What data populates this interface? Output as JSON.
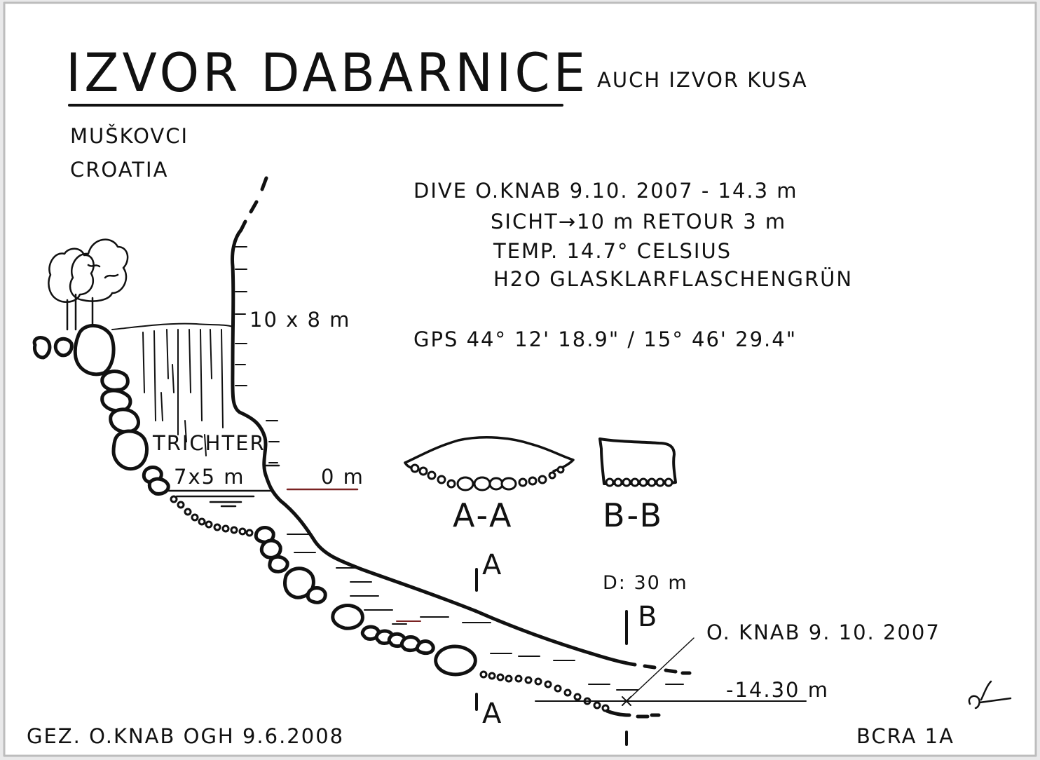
{
  "title": "IZVOR   DABARNICE",
  "subtitle": "AUCH  IZVOR  KUSA",
  "location": [
    "MUŠKOVCI",
    "CROATIA"
  ],
  "dive_info": [
    "DIVE   O.KNAB  9.10. 2007   - 14.3 m",
    "SICHT→10 m   RETOUR  3 m",
    "TEMP.    14.7° CELSIUS",
    "H2O   GLASKLARFLASCHENGRÜN"
  ],
  "gps": "GPS    44° 12' 18.9\"  /  15° 46' 29.4\"",
  "labels": {
    "shaft": "10 x 8 m",
    "funnel": "TRICHTER",
    "funnel_size": "7x5 m",
    "water_level": "0 m",
    "section_a_marker": "A",
    "section_b_marker": "B",
    "distance": "D: 30 m",
    "endpoint": "O. KNAB   9. 10. 2007",
    "depth": "-14.30 m"
  },
  "cross_sections": [
    {
      "id": "A-A",
      "label": "A-A"
    },
    {
      "id": "B-B",
      "label": "B-B"
    }
  ],
  "footer": {
    "drawn_by": "GEZ.  O.KNAB    OGH     9.6.2008",
    "grade": "BCRA    1A"
  },
  "colors": {
    "ink": "#111111",
    "paper": "#ffffff",
    "border": "#bdbdbd"
  }
}
